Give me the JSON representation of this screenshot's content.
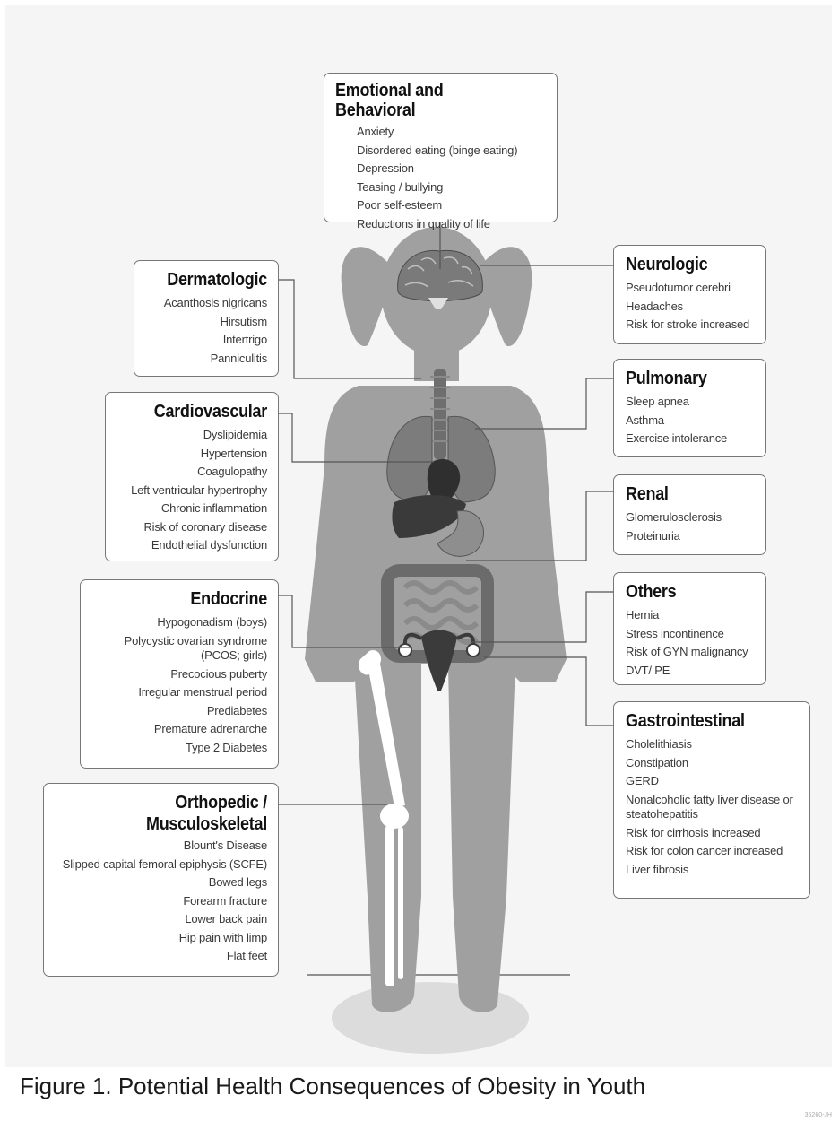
{
  "caption": "Figure 1. Potential Health Consequences of Obesity in Youth",
  "figure_code": "35260-JH",
  "colors": {
    "background": "#f5f5f5",
    "silhouette": "#a0a0a0",
    "organs": "#6e6e6e",
    "bone": "#ffffff",
    "connector": "#555555"
  },
  "boxes": {
    "emotional": {
      "title": "Emotional and Behavioral",
      "items": [
        "Anxiety",
        "Disordered eating (binge eating)",
        "Depression",
        "Teasing / bullying",
        "Poor self-esteem",
        "Reductions in quality of life"
      ]
    },
    "dermatologic": {
      "title": "Dermatologic",
      "items": [
        "Acanthosis nigricans",
        "Hirsutism",
        "Intertrigo",
        "Panniculitis"
      ]
    },
    "cardiovascular": {
      "title": "Cardiovascular",
      "items": [
        "Dyslipidemia",
        "Hypertension",
        "Coagulopathy",
        "Left ventricular hypertrophy",
        "Chronic inflammation",
        "Risk of coronary disease",
        "Endothelial dysfunction"
      ]
    },
    "endocrine": {
      "title": "Endocrine",
      "items": [
        "Hypogonadism (boys)",
        "Polycystic ovarian syndrome (PCOS; girls)",
        "Precocious puberty",
        "Irregular menstrual period",
        "Prediabetes",
        "Premature adrenarche",
        "Type 2 Diabetes"
      ]
    },
    "orthopedic": {
      "title_line1": "Orthopedic /",
      "title_line2": "Musculoskeletal",
      "items": [
        "Blount's Disease",
        "Slipped capital femoral epiphysis (SCFE)",
        "Bowed legs",
        "Forearm fracture",
        "Lower back pain",
        "Hip pain with limp",
        "Flat feet"
      ]
    },
    "neurologic": {
      "title": "Neurologic",
      "items": [
        "Pseudotumor cerebri",
        "Headaches",
        "Risk for stroke increased"
      ]
    },
    "pulmonary": {
      "title": "Pulmonary",
      "items": [
        "Sleep apnea",
        "Asthma",
        "Exercise intolerance"
      ]
    },
    "renal": {
      "title": "Renal",
      "items": [
        "Glomerulosclerosis",
        "Proteinuria"
      ]
    },
    "others": {
      "title": "Others",
      "items": [
        "Hernia",
        "Stress incontinence",
        "Risk of GYN malignancy",
        "DVT/ PE"
      ]
    },
    "gastrointestinal": {
      "title": "Gastrointestinal",
      "items": [
        "Cholelithiasis",
        "Constipation",
        "GERD",
        "Nonalcoholic fatty liver disease or steatohepatitis",
        "Risk for cirrhosis increased",
        "Risk for colon cancer increased",
        "Liver fibrosis"
      ]
    }
  }
}
